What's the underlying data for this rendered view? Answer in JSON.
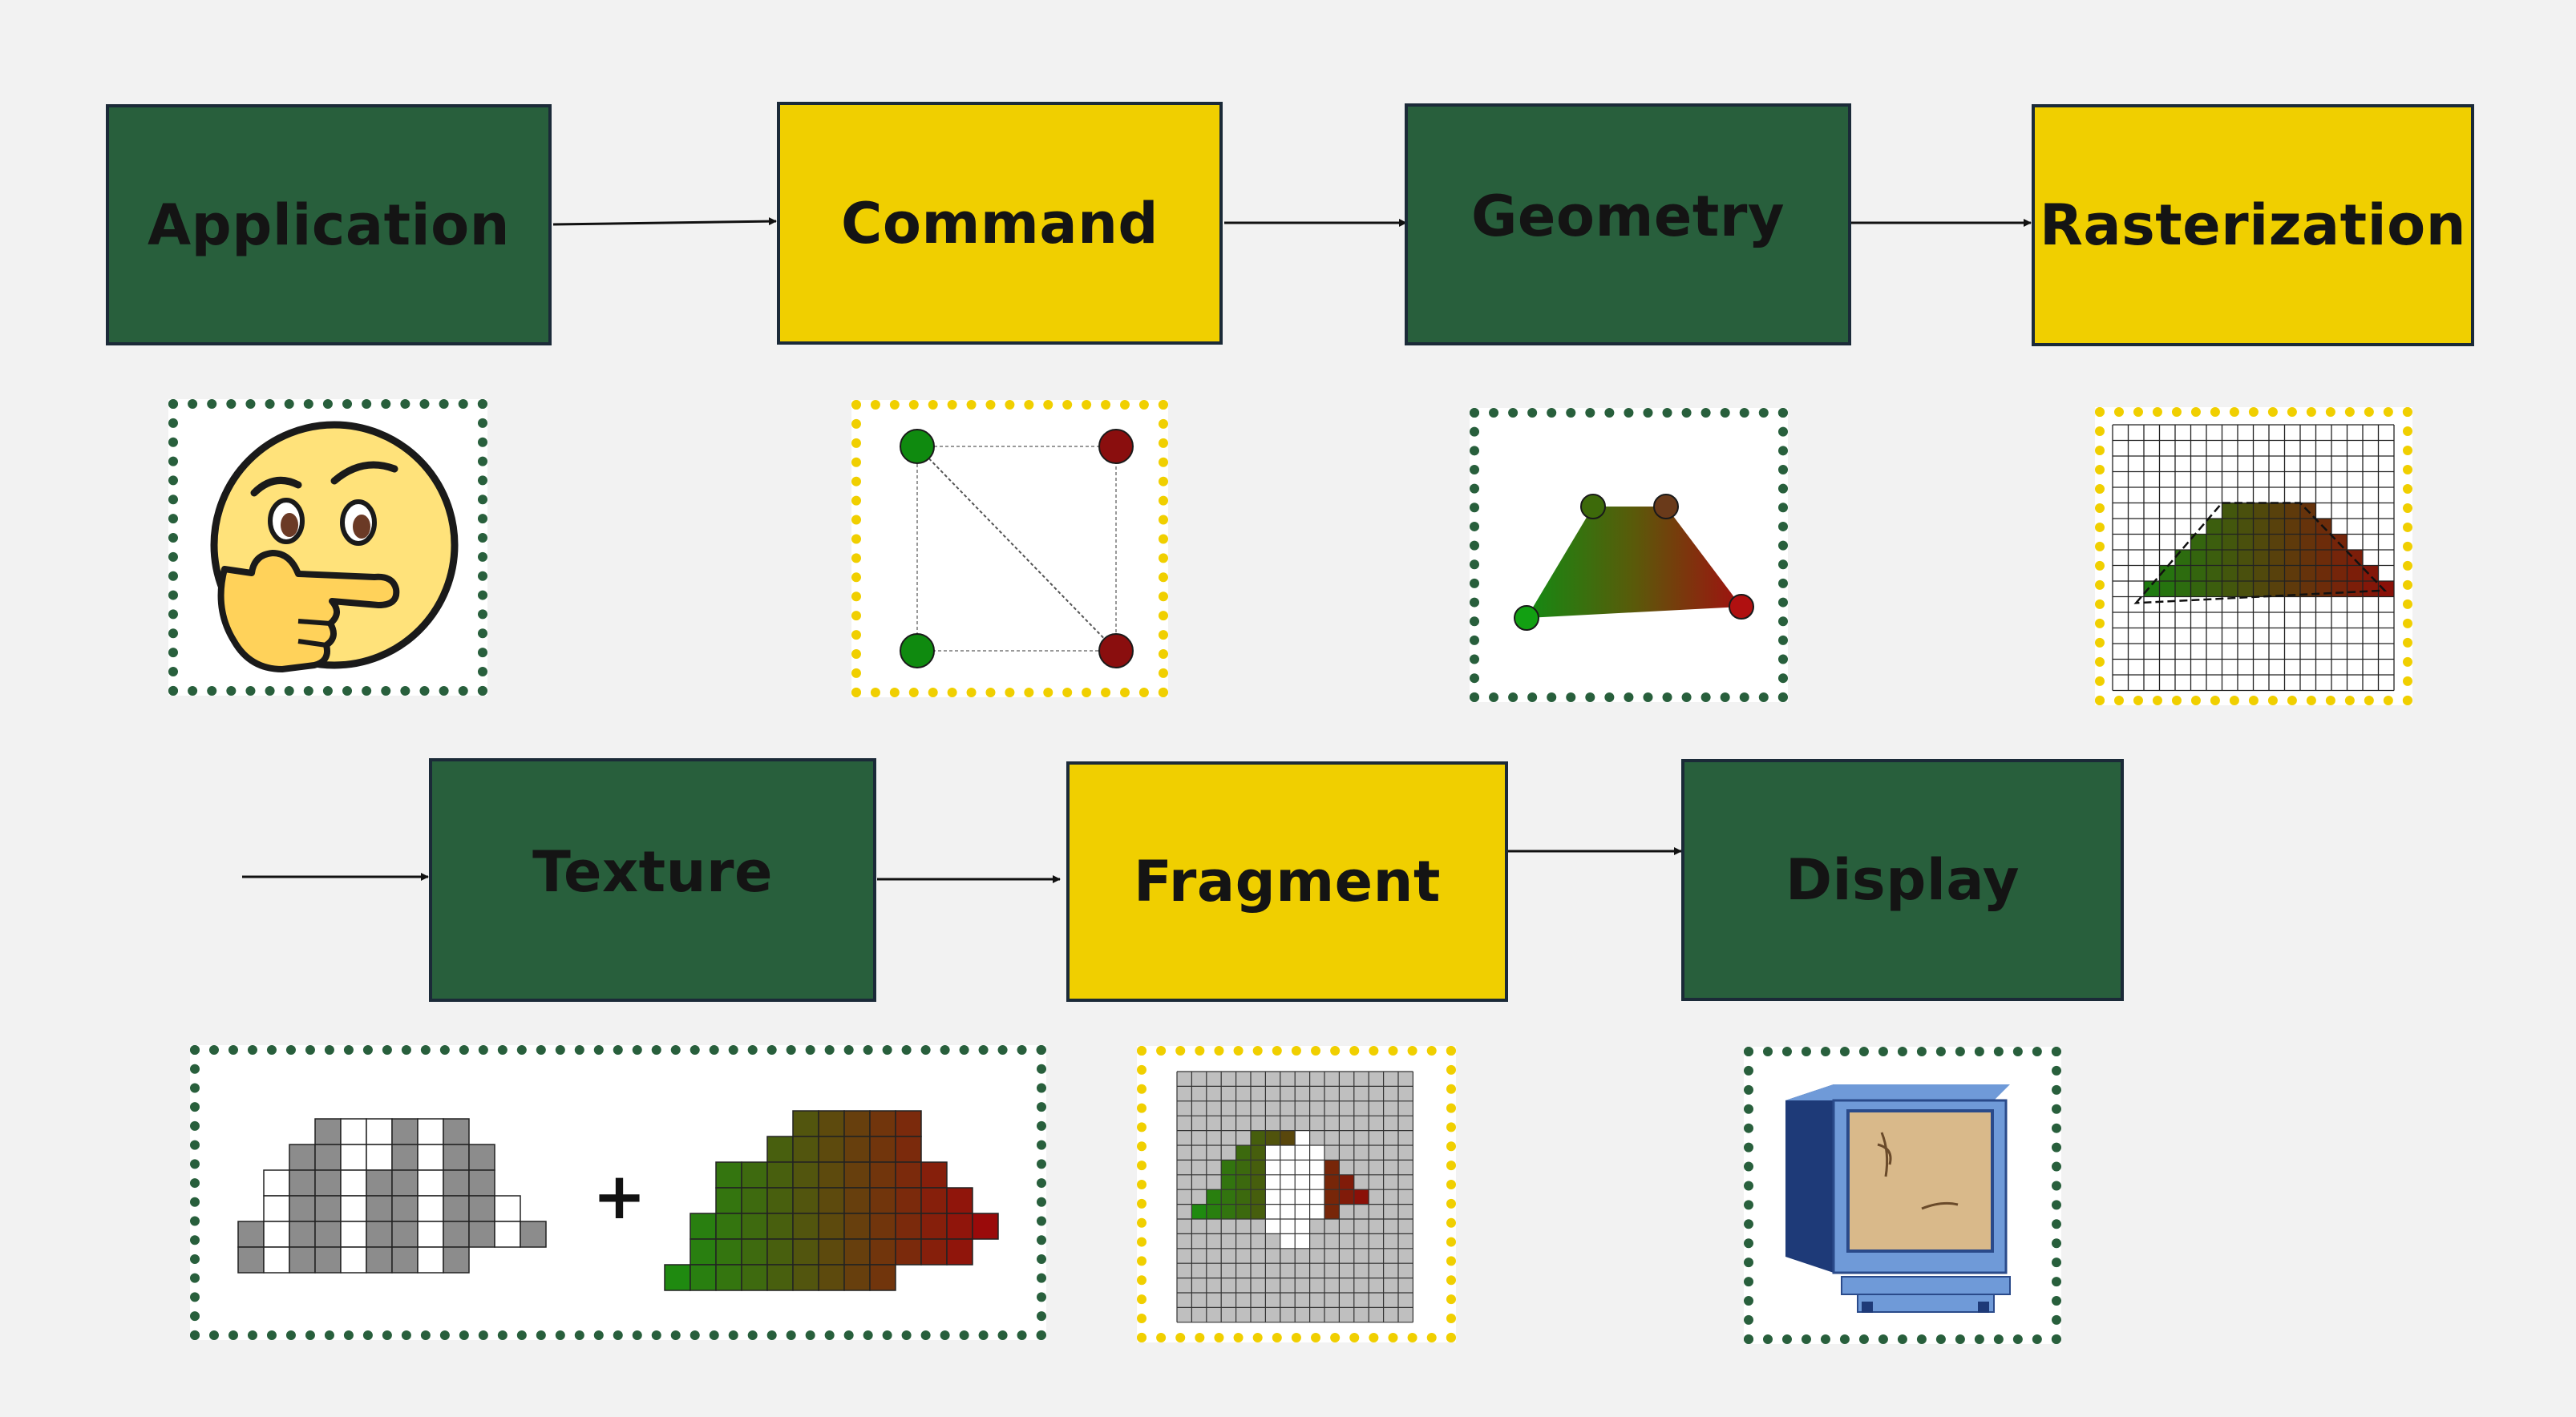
{
  "stages": [
    {
      "label": "Application",
      "color": "green"
    },
    {
      "label": "Command",
      "color": "yellow"
    },
    {
      "label": "Geometry",
      "color": "green"
    },
    {
      "label": "Rasterization",
      "color": "yellow"
    },
    {
      "label": "Texture",
      "color": "green"
    },
    {
      "label": "Fragment",
      "color": "yellow"
    },
    {
      "label": "Display",
      "color": "green"
    }
  ],
  "texture_operator": "+",
  "colors": {
    "background": "#f2f2f2",
    "stage_green": "#285f3c",
    "stage_yellow": "#f0cf00",
    "vertex_green": "#1a8a1a",
    "vertex_red": "#8a1010",
    "arrow": "#111111"
  },
  "illustrations": [
    {
      "stage": "Application",
      "icon": "thinking-face-icon"
    },
    {
      "stage": "Command",
      "icon": "vertex-quad-icon"
    },
    {
      "stage": "Geometry",
      "icon": "gradient-triangle-icon"
    },
    {
      "stage": "Rasterization",
      "icon": "raster-grid-icon"
    },
    {
      "stage": "Texture",
      "icon": "pixel-texture-icon"
    },
    {
      "stage": "Fragment",
      "icon": "fragment-grid-icon"
    },
    {
      "stage": "Display",
      "icon": "monitor-icon"
    }
  ]
}
